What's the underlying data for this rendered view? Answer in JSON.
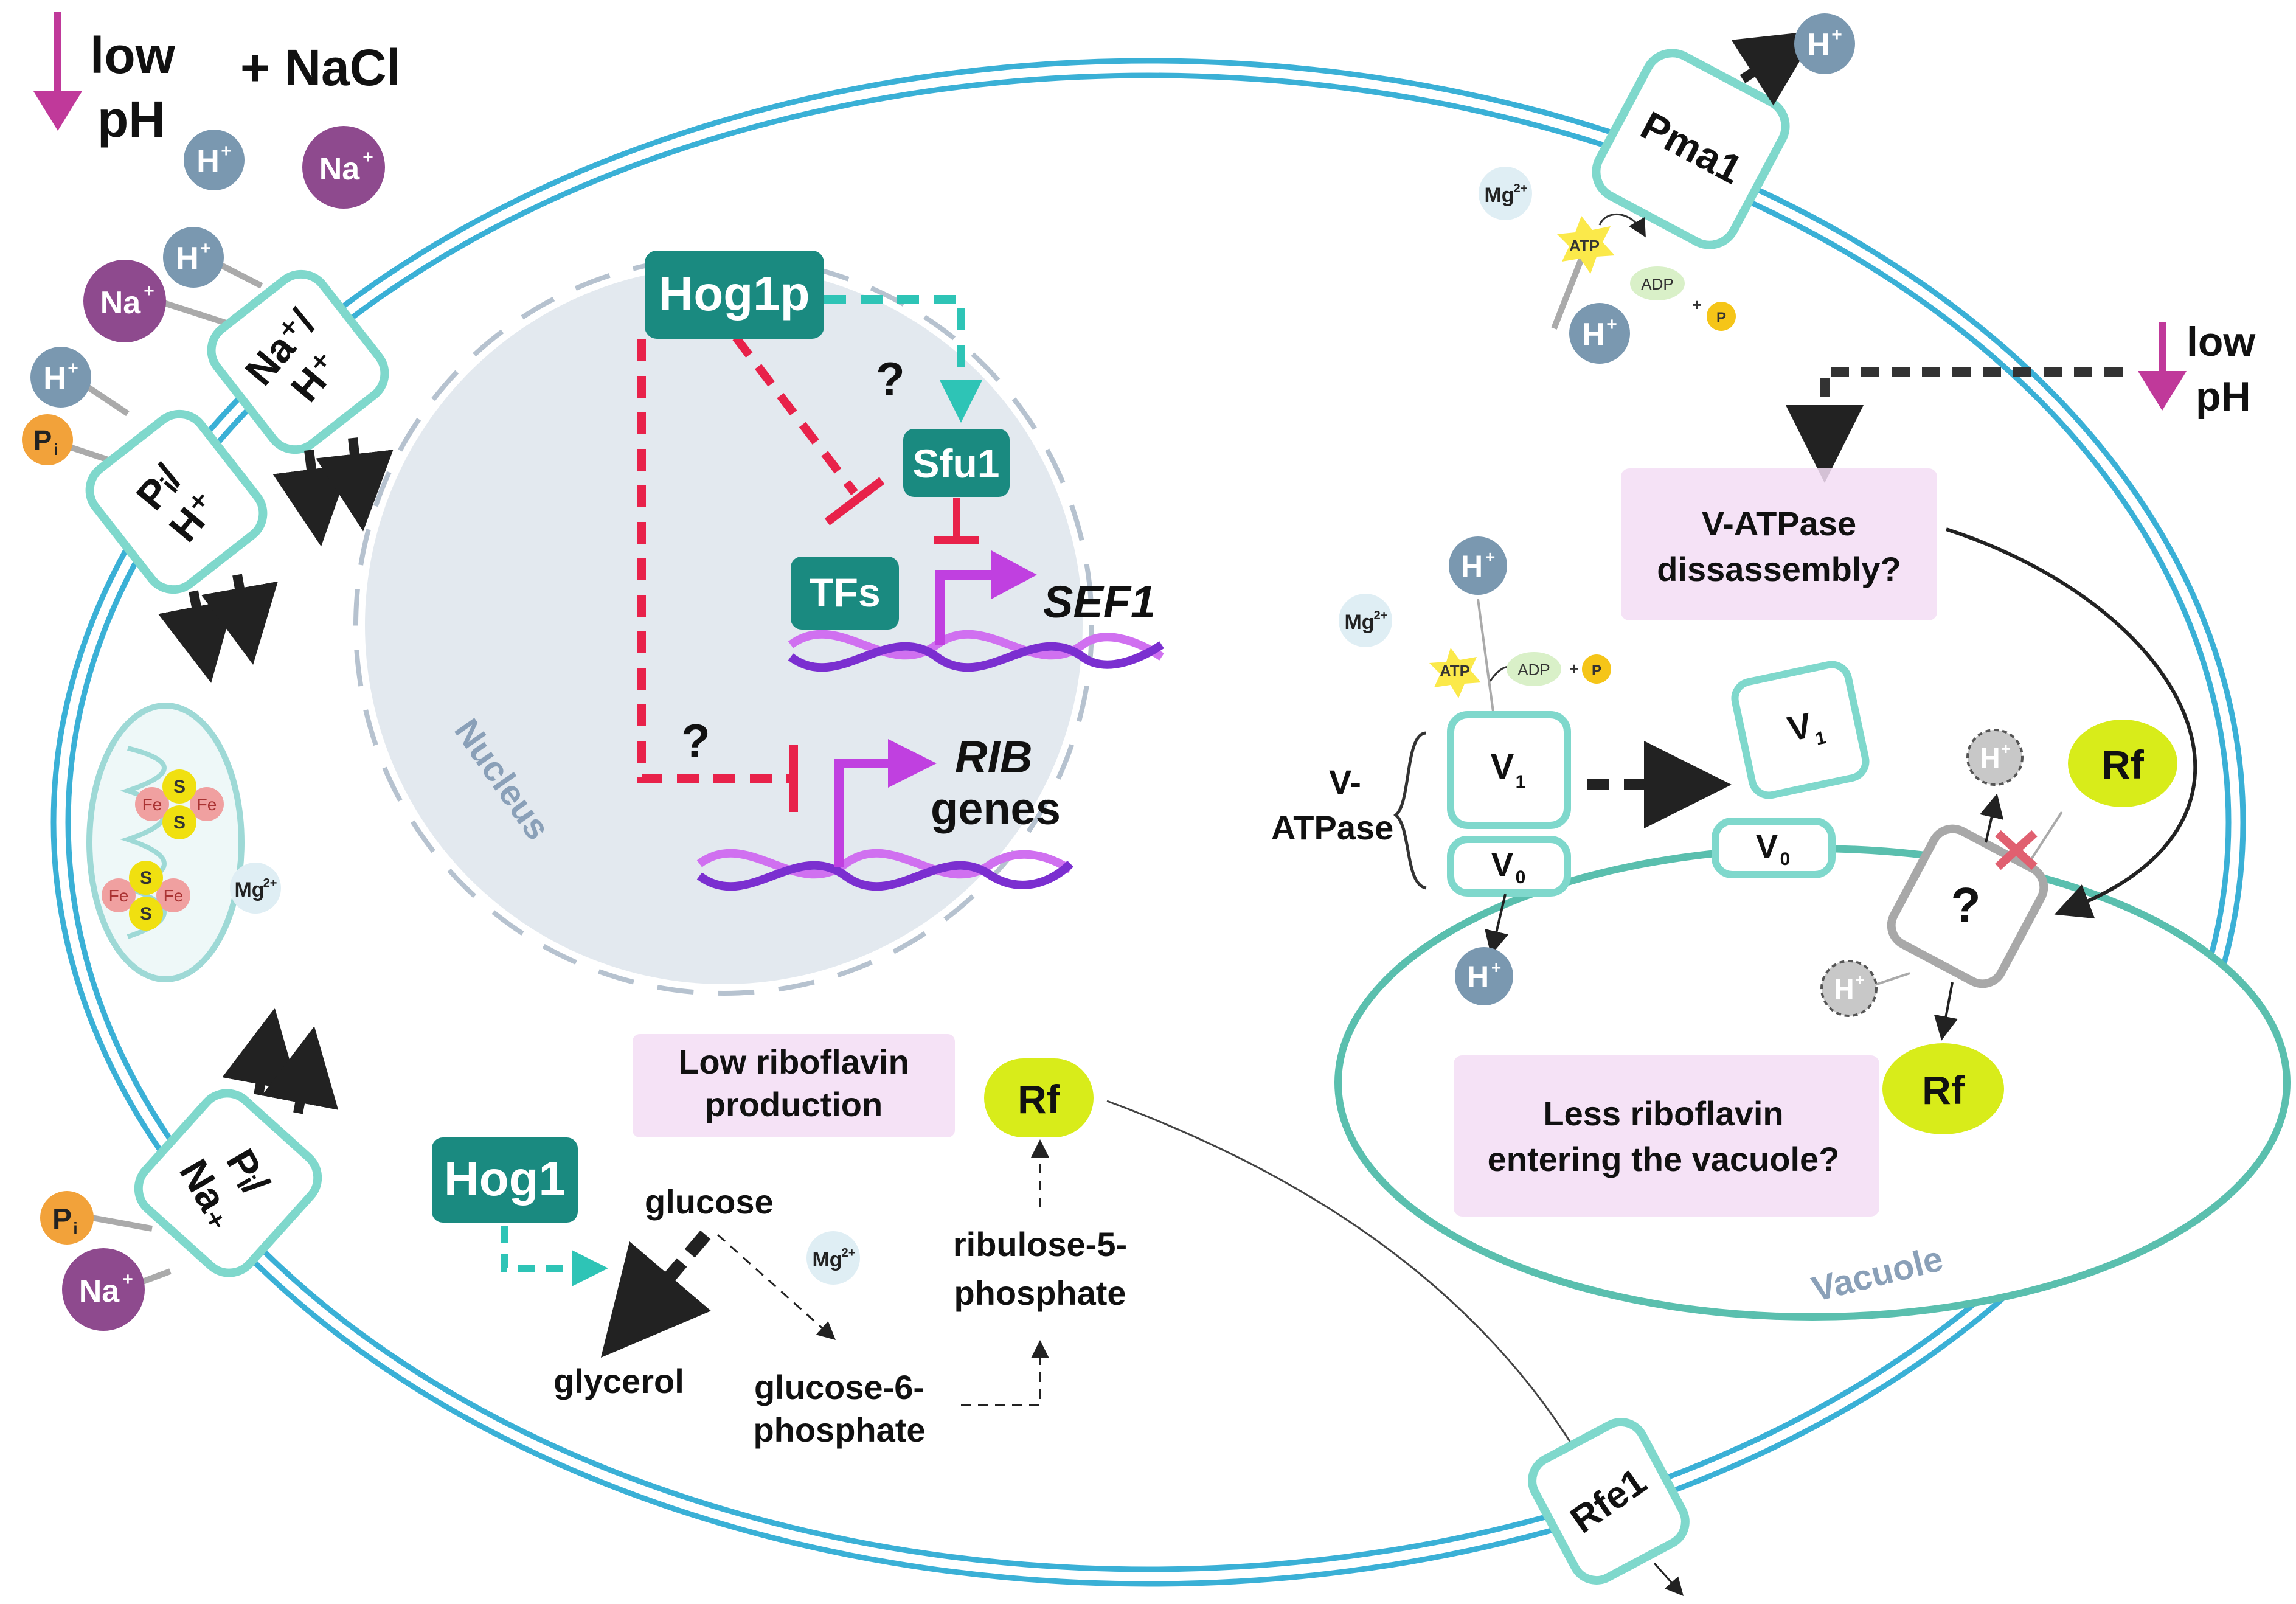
{
  "stress": {
    "low_ph_top": [
      "low",
      "pH"
    ],
    "nacl": "+ NaCl",
    "low_ph_right": [
      "low",
      "pH"
    ]
  },
  "ions": {
    "h": "H",
    "h_sup": "+",
    "na": "Na",
    "na_sup": "+",
    "mg": "Mg",
    "mg_sup": "2+",
    "pi": "P",
    "pi_sub": "i",
    "atp": "ATP",
    "adp": "ADP",
    "plus": "+",
    "p": "P"
  },
  "transporters": {
    "na_h": [
      "Na⁺/",
      "H⁺"
    ],
    "pi_h": [
      "Pᵢ/",
      "H⁺"
    ],
    "pi_na": [
      "Pᵢ/",
      "Na₊"
    ],
    "pma1": "Pma1",
    "rfe1": "Rfe1"
  },
  "mitochondrion": {
    "fe": "Fe",
    "s": "S"
  },
  "nucleus": {
    "label": "Nucleus",
    "hog1p": "Hog1p",
    "sfu1": "Sfu1",
    "tfs": "TFs",
    "sef1": "SEF1",
    "rib": "RIB",
    "genes": "genes",
    "question": "?"
  },
  "cytoplasm": {
    "low_riboflavin": [
      "Low riboflavin",
      "production"
    ],
    "hog1": "Hog1",
    "glucose": "glucose",
    "glycerol": "glycerol",
    "g6p": [
      "glucose-6-",
      "phosphate"
    ],
    "r5p": [
      "ribulose-5-",
      "phosphate"
    ],
    "rf": "Rf"
  },
  "vacuole": {
    "label": "Vacuole",
    "vatpase_label": [
      "V-",
      "ATPase"
    ],
    "v1": "V",
    "v1_sub": "1",
    "v0": "V",
    "v0_sub": "0",
    "disassembly": [
      "V-ATPase",
      "dissassembly?"
    ],
    "less_rf": [
      "Less riboflavin",
      "entering the vacuole?"
    ],
    "unknown": "?",
    "rf": "Rf"
  },
  "colors": {
    "membrane": "#3ab0d6",
    "teal_box": "#1a8a80",
    "transporter_border": "#7fd8cc",
    "nucleus_fill": "#e3e9ef",
    "inhibition_red": "#e8224a",
    "activation_teal": "#2ec4b6",
    "magenta": "#c040e0",
    "dna_purple": "#7b2fd0",
    "dna_pink": "#d070f0",
    "ion_h": "#7a98b0",
    "ion_na": "#8e4a8e",
    "ion_pi": "#f2a23a",
    "ion_mg": "#dfeef4",
    "rf_yellow": "#d8ec1a",
    "pink_note": "#f3ddf5",
    "vacuole_border": "#5abfae",
    "low_ph_arrow": "#c0399a"
  }
}
